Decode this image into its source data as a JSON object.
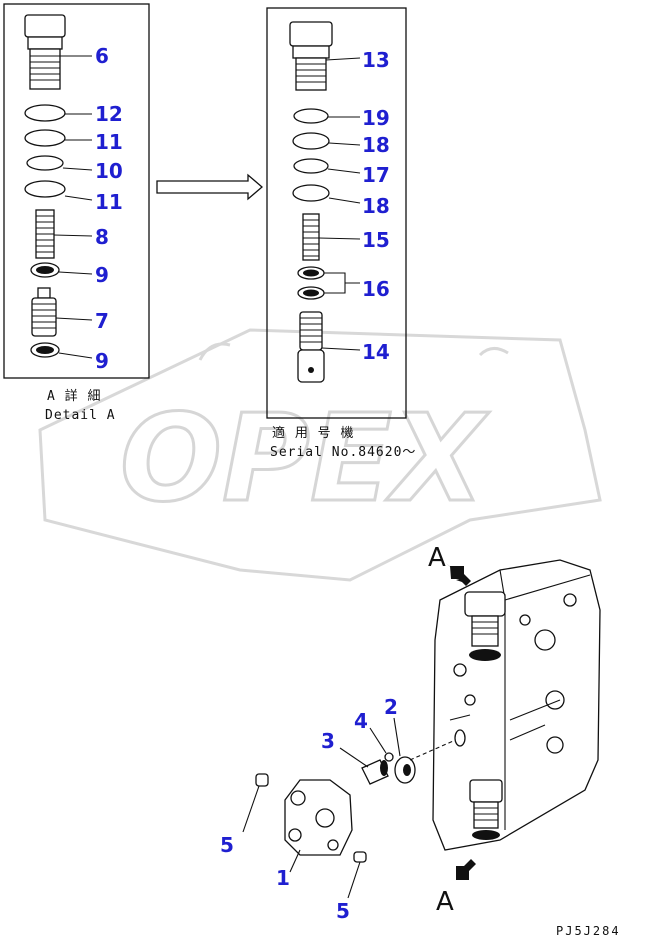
{
  "detail_a": {
    "labels": [
      "6",
      "12",
      "11",
      "10",
      "11",
      "8",
      "9",
      "7",
      "9"
    ],
    "caption_jp": "A 詳 細",
    "caption_en": "Detail A"
  },
  "serial_box": {
    "labels": [
      "13",
      "19",
      "18",
      "17",
      "18",
      "15",
      "16",
      "14"
    ],
    "caption_jp": "適 用 号 機",
    "caption_en": "Serial No.84620〜"
  },
  "assembly": {
    "labels": [
      "2",
      "4",
      "3",
      "5",
      "1",
      "5"
    ],
    "view_a_top": "A",
    "view_a_bottom": "A"
  },
  "watermark": "OPEX",
  "drawing_code": "PJ5J284"
}
